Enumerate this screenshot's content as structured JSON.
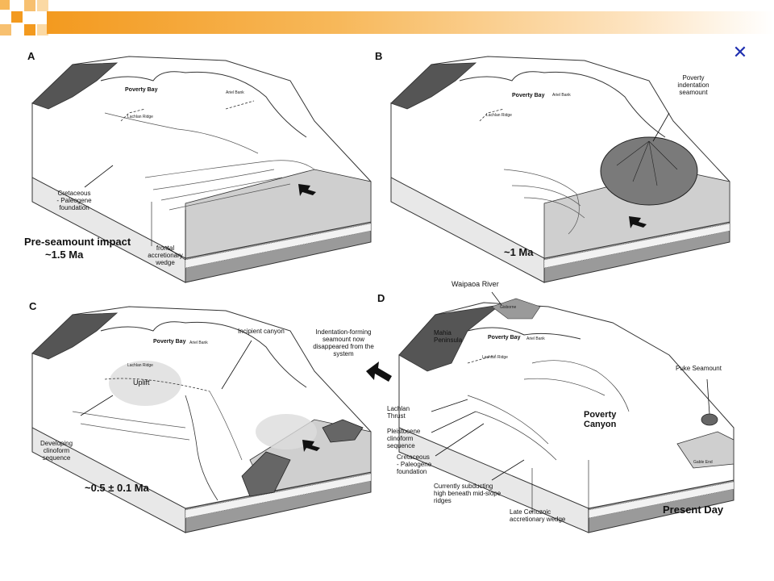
{
  "window": {
    "close_icon": "close-x-icon",
    "accent": "#1f2fb0",
    "deco_color": "#f39a1f"
  },
  "panels": {
    "a": {
      "letter": "A",
      "poverty_bay": "Poverty Bay",
      "ariel_bank": "Ariel Bank",
      "lachlan_ridge": "Lachlan Ridge",
      "cretaceous": "Cretaceous\n- Paleogene\nfoundation",
      "age_line1": "Pre-seamount impact",
      "age_line2": "~1.5 Ma",
      "wedge": "frontal\naccretionary\nwedge"
    },
    "b": {
      "letter": "B",
      "poverty_bay": "Poverty Bay",
      "ariel_bank": "Ariel Bank",
      "lachlan_ridge": "Lachlan Ridge",
      "seamount": "Poverty\nindentation\nseamount",
      "age": "~1 Ma"
    },
    "c": {
      "letter": "C",
      "poverty_bay": "Poverty Bay",
      "ariel_bank": "Ariel Bank",
      "lachlan_ridge": "Lachlan Ridge",
      "uplift": "Uplift",
      "canyon": "Incipient canyon",
      "clinoform": "Developing\nclinoform\nsequence",
      "age": "~0.5 ± 0.1 Ma"
    },
    "middle": {
      "indentation_note": "Indentation-forming\nseamount now\ndisappeared from the\nsystem"
    },
    "d": {
      "letter": "D",
      "waipaoa": "Waipaoa River",
      "gisborne": "Gisborne",
      "mahia": "Mahia\nPeninsula",
      "poverty_bay": "Poverty Bay",
      "ariel_bank": "Ariel Bank",
      "lachlan_ridge": "Lachlan Ridge",
      "puke": "Puke Seamount",
      "poverty_canyon": "Poverty\nCanyon",
      "lachlan_thrust": "Lachlan\nThrust",
      "pleistocene": "Pleistocene\nclinoform\nsequence",
      "cretaceous": "Cretaceous\n- Paleogene\nfoundation",
      "subducting": "Currently subducting\nhigh beneath mid-slope\nridges",
      "late_cenozoic": "Late Cenozoic\naccretionary wedge",
      "gable_end": "Gable End",
      "age": "Present Day"
    }
  }
}
